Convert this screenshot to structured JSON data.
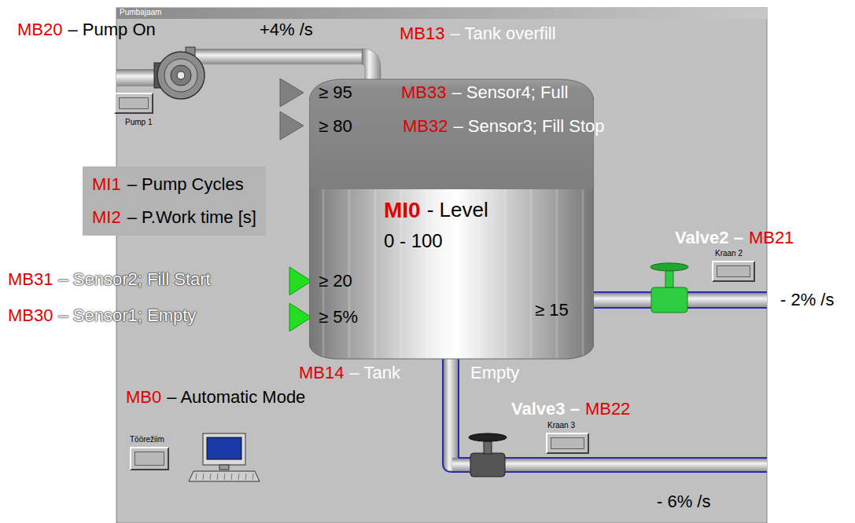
{
  "diagram": {
    "title": "Pumbajaam",
    "nodes": [
      {
        "text": [
          "Pump 1"
        ]
      },
      {
        "text": [
          "MI1",
          "– Pump Cycles",
          "MI2",
          "– P.Work time [s]"
        ]
      },
      {
        "text": [
          "MI0",
          "- Level",
          "0 - 100"
        ]
      },
      {
        "text": [
          "Kraan 2"
        ]
      },
      {
        "text": [
          "Kraan 3"
        ]
      },
      {
        "text": [
          "Töörežiim"
        ]
      }
    ],
    "labels": [
      "MB20",
      "– Pump On",
      "+4% /s",
      "MB13",
      "– Tank overfill",
      "≥ 95",
      "MB33",
      "– Sensor4; Full",
      "≥ 80",
      "MB32",
      "– Sensor3; Fill Stop",
      "MB31",
      "– Sensor2; Fill Start",
      "≥ 20",
      "MB30",
      "– Sensor1; Empty",
      "≥ 5%",
      "≥ 15",
      "Valve2 –",
      "MB21",
      "- 2% /s",
      "MB14",
      "– Tank",
      "Empty",
      "Valve3 –",
      "MB22",
      "- 6% /s",
      "MB0",
      "– Automatic Mode"
    ]
  }
}
